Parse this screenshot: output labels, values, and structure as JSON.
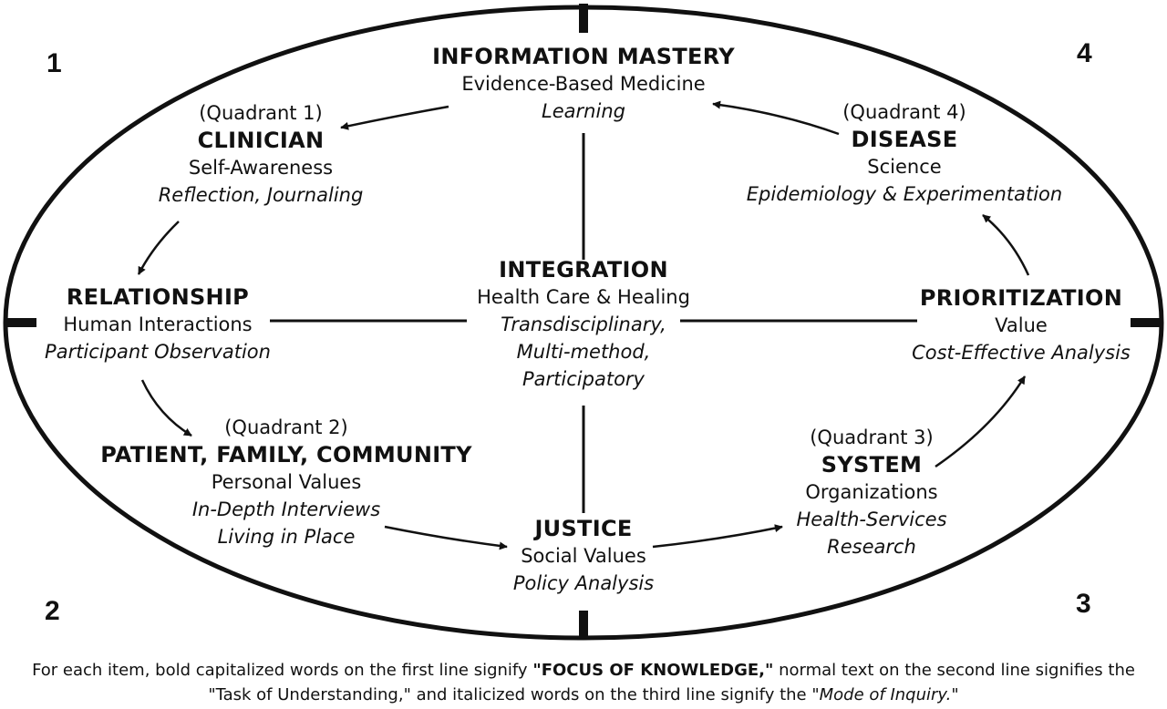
{
  "corners": {
    "q1": "1",
    "q2": "2",
    "q3": "3",
    "q4": "4"
  },
  "info": {
    "title": "INFORMATION MASTERY",
    "line2": "Evidence-Based Medicine",
    "line3": "Learning"
  },
  "clinician": {
    "quadrant": "(Quadrant 1)",
    "title": "CLINICIAN",
    "line2": "Self-Awareness",
    "line3": "Reflection, Journaling"
  },
  "disease": {
    "quadrant": "(Quadrant 4)",
    "title": "DISEASE",
    "line2": "Science",
    "line3": "Epidemiology & Experimentation"
  },
  "relationship": {
    "title": "RELATIONSHIP",
    "line2": "Human Interactions",
    "line3": "Participant Observation"
  },
  "integration": {
    "title": "INTEGRATION",
    "line2": "Health Care & Healing",
    "line3": "Transdisciplinary,",
    "line4": "Multi-method,",
    "line5": "Participatory"
  },
  "prioritization": {
    "title": "PRIORITIZATION",
    "line2": "Value",
    "line3": "Cost-Effective Analysis"
  },
  "patient": {
    "quadrant": "(Quadrant 2)",
    "title": "PATIENT, FAMILY, COMMUNITY",
    "line2": "Personal Values",
    "line3": "In-Depth Interviews",
    "line4": "Living in Place"
  },
  "system": {
    "quadrant": "(Quadrant 3)",
    "title": "SYSTEM",
    "line2": "Organizations",
    "line3": "Health-Services",
    "line4": "Research"
  },
  "justice": {
    "title": "JUSTICE",
    "line2": "Social Values",
    "line3": "Policy Analysis"
  },
  "legend": {
    "part1": "For each item, bold capitalized words on the first line signify ",
    "focus": "\"FOCUS OF KNOWLEDGE,\"",
    "part2": " normal text on the second line signifies the",
    "part3": "\"Task of Understanding,\" and italicized words on the third line signify the ",
    "mode": "\"Mode of Inquiry.\""
  },
  "colors": {
    "ink": "#111111",
    "background": "#ffffff"
  }
}
